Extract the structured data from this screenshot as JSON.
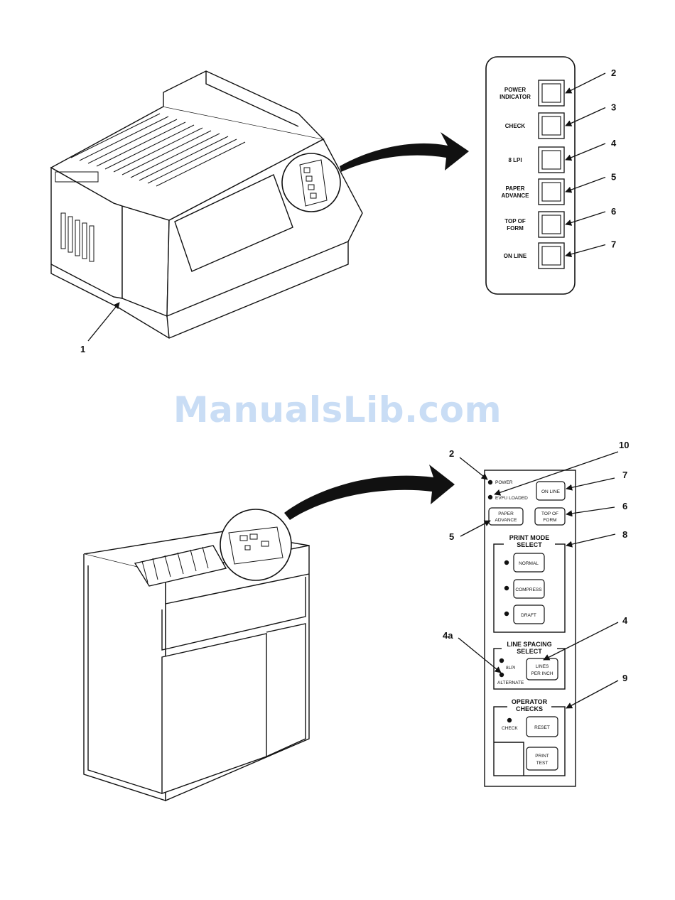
{
  "watermark": "ManualsLib.com",
  "top_panel": {
    "rows": [
      {
        "label_lines": [
          "POWER",
          "INDICATOR"
        ],
        "callout": "2"
      },
      {
        "label_lines": [
          "CHECK"
        ],
        "callout": "3"
      },
      {
        "label_lines": [
          "8 LPI"
        ],
        "callout": "4"
      },
      {
        "label_lines": [
          "PAPER",
          "ADVANCE"
        ],
        "callout": "5"
      },
      {
        "label_lines": [
          "TOP OF",
          "FORM"
        ],
        "callout": "6"
      },
      {
        "label_lines": [
          "ON LINE"
        ],
        "callout": "7"
      }
    ]
  },
  "top_printer_callout": "1",
  "bottom_panel": {
    "power_label": "POWER",
    "evfu_label": "EVFU LOADED",
    "on_line_button": "ON LINE",
    "paper_advance_lines": [
      "PAPER",
      "ADVANCE"
    ],
    "top_of_form_lines": [
      "TOP OF",
      "FORM"
    ],
    "print_mode_title_lines": [
      "PRINT MODE",
      "SELECT"
    ],
    "print_mode_buttons": [
      "NORMAL",
      "COMPRESS",
      "DRAFT"
    ],
    "line_spacing_title_lines": [
      "LINE SPACING",
      "SELECT"
    ],
    "lpi_label": "8LPI",
    "alternate_label": "ALTERNATE",
    "lines_per_inch_lines": [
      "LINES",
      "PER INCH"
    ],
    "operator_checks_title_lines": [
      "OPERATOR",
      "CHECKS"
    ],
    "check_label": "CHECK",
    "reset_button": "RESET",
    "print_test_lines": [
      "PRINT",
      "TEST"
    ],
    "callouts": {
      "power": "2",
      "evfu": "10",
      "on_line": "7",
      "top_of_form": "6",
      "paper_advance": "5",
      "print_mode": "8",
      "lines_per_inch": "4",
      "lpi_alternate": "4a",
      "operator_checks": "9"
    }
  }
}
